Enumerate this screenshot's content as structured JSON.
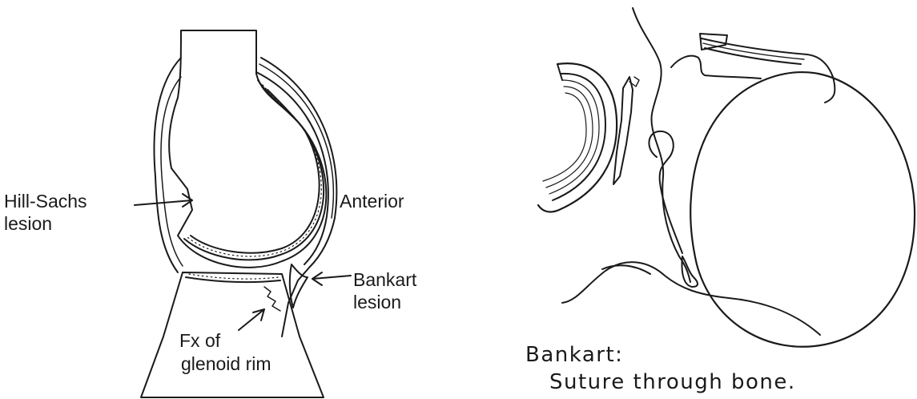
{
  "left_panel": {
    "labels": {
      "hill_sachs_line1": "Hill-Sachs",
      "hill_sachs_line2": "lesion",
      "anterior": "Anterior",
      "bankart_line1": "Bankart",
      "bankart_line2": "lesion",
      "fx_line1": "Fx of",
      "fx_line2": "glenoid rim"
    }
  },
  "right_panel": {
    "caption_line1": "Bankart:",
    "caption_line2": "Suture through bone."
  },
  "colors": {
    "ink": "#1a1a1a",
    "background": "#ffffff"
  }
}
